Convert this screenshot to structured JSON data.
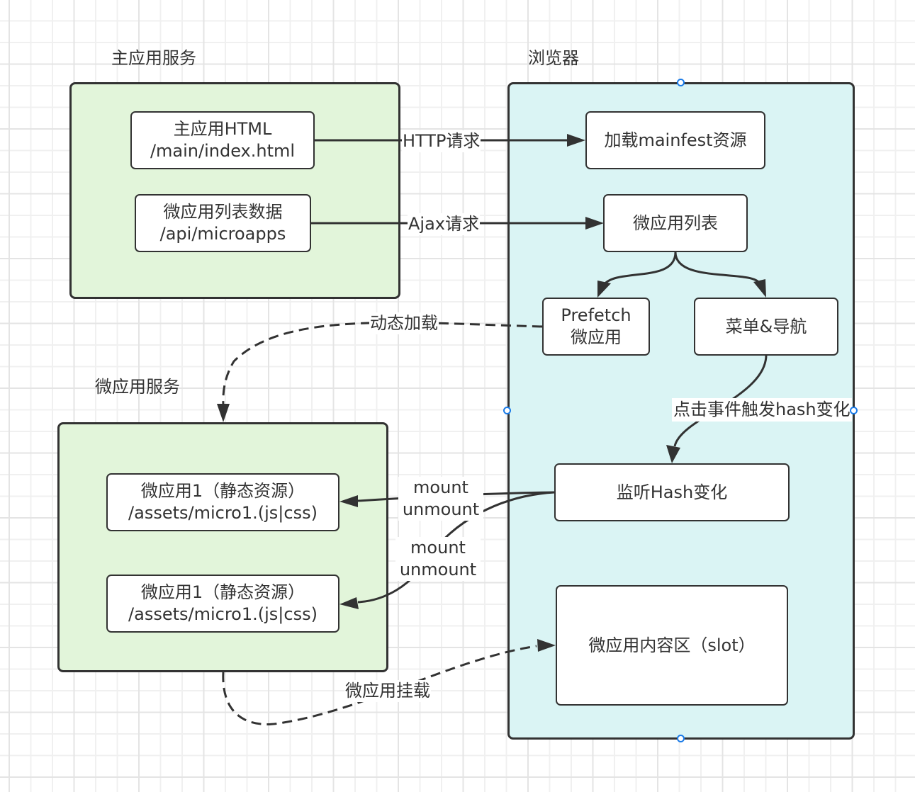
{
  "groups": {
    "main_service": {
      "title": "主应用服务"
    },
    "browser": {
      "title": "浏览器"
    },
    "micro_service": {
      "title": "微应用服务"
    }
  },
  "colors": {
    "main_service_fill": "#e2f5da",
    "browser_fill": "#daf4f4",
    "stroke": "#323232",
    "selection_handle": "#1a7be8"
  },
  "nodes": {
    "main_html": {
      "line1": "主应用HTML",
      "line2": "/main/index.html"
    },
    "micro_list_data": {
      "line1": "微应用列表数据",
      "line2": "/api/microapps"
    },
    "load_manifest": {
      "line1": "加载mainfest资源"
    },
    "micro_list": {
      "line1": "微应用列表"
    },
    "prefetch": {
      "line1": "Prefetch",
      "line2": "微应用"
    },
    "menu_nav": {
      "line1": "菜单&导航"
    },
    "listen_hash": {
      "line1": "监听Hash变化"
    },
    "micro1_a": {
      "line1": "微应用1（静态资源）",
      "line2": "/assets/micro1.(js|css)"
    },
    "micro1_b": {
      "line1": "微应用1（静态资源）",
      "line2": "/assets/micro1.(js|css)"
    },
    "content_slot": {
      "line1": "微应用内容区（slot）"
    }
  },
  "edges": {
    "http": {
      "label": "HTTP请求"
    },
    "ajax": {
      "label": "Ajax请求"
    },
    "dynamic_load": {
      "label": "动态加载"
    },
    "hash_trigger": {
      "label": "点击事件触发hash变化"
    },
    "mount1": {
      "line1": "mount",
      "line2": "unmount"
    },
    "mount2": {
      "line1": "mount",
      "line2": "unmount"
    },
    "mount_slot": {
      "label": "微应用挂载"
    }
  }
}
